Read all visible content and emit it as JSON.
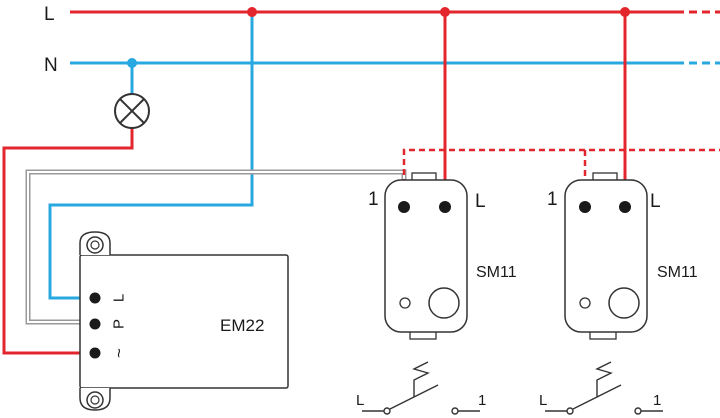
{
  "colors": {
    "live": "#e3262d",
    "neutral": "#28a8e0",
    "pilot": "#9a9a9a",
    "outline": "#333333",
    "text": "#1a1a1a"
  },
  "bus": {
    "live_label": "L",
    "neutral_label": "N"
  },
  "lamp": {
    "icon": "lamp-cross-icon"
  },
  "module": {
    "name": "EM22",
    "terminals": [
      "L",
      "P",
      "~"
    ]
  },
  "switches": [
    {
      "name": "SM11",
      "terminal_left": "1",
      "terminal_right": "L"
    },
    {
      "name": "SM11",
      "terminal_left": "1",
      "terminal_right": "L"
    }
  ],
  "contacts": [
    {
      "left": "L",
      "right": "1"
    },
    {
      "left": "L",
      "right": "1"
    }
  ]
}
